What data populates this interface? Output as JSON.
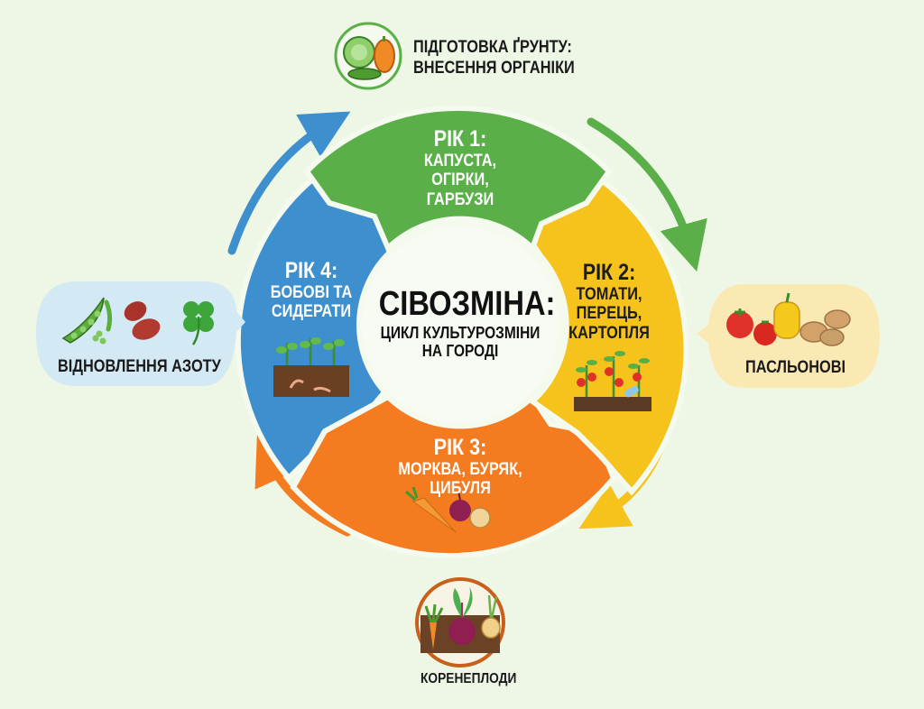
{
  "center": {
    "title": "СІВОЗМІНА:",
    "subtitle_line1": "ЦИКЛ КУЛЬТУРОЗМІНИ",
    "subtitle_line2": "НА ГОРОДІ"
  },
  "segments": [
    {
      "id": "year1",
      "title": "РІК 1:",
      "lines": [
        "КАПУСТА,",
        "ОГІРКИ,",
        "ГАРБУЗИ"
      ],
      "color": "#5aaf48",
      "icon": "none"
    },
    {
      "id": "year2",
      "title": "РІК 2:",
      "lines": [
        "ТОМАТИ,",
        "ПЕРЕЦЬ,",
        "КАРТОПЛЯ"
      ],
      "color": "#f6c31c",
      "icon": "tomato-plants-icon"
    },
    {
      "id": "year3",
      "title": "РІК 3:",
      "lines": [
        "МОРКВА, БУРЯК,",
        "ЦИБУЛЯ"
      ],
      "color": "#f47b20",
      "icon": "root-vegetables-icon"
    },
    {
      "id": "year4",
      "title": "РІК 4:",
      "lines": [
        "БОБОВІ ТА",
        "СИДЕРАТИ"
      ],
      "color": "#3d8fcd",
      "icon": "green-manure-soil-icon"
    }
  ],
  "callouts": {
    "top": {
      "line1": "ПІДГОТОВКА ҐРУНТУ:",
      "line2": "ВНЕСЕННЯ ОРГАНІКИ",
      "icon": "cabbage-pumpkin-cucumber-icon"
    },
    "right": {
      "label": "ПАСЛЬОНОВІ",
      "icon": "tomato-pepper-potato-icon",
      "bg": "#fbe9b3"
    },
    "bottom": {
      "label": "КОРЕНЕПЛОДИ",
      "icon": "carrot-beet-onion-icon"
    },
    "left": {
      "label": "ВІДНОВЛЕННЯ АЗОТУ",
      "icon": "pea-bean-clover-icon",
      "bg": "#d3e9f3"
    }
  },
  "arrows": [
    {
      "name": "arrow-top-right",
      "color": "#5aaf48"
    },
    {
      "name": "arrow-bottom-right",
      "color": "#f6c31c"
    },
    {
      "name": "arrow-bottom-left",
      "color": "#f47b20"
    },
    {
      "name": "arrow-top-left",
      "color": "#3d8fcd"
    }
  ],
  "colors": {
    "background": "#eef7e6",
    "green": "#5aaf48",
    "yellow": "#f6c31c",
    "orange": "#f47b20",
    "blue": "#3d8fcd"
  }
}
